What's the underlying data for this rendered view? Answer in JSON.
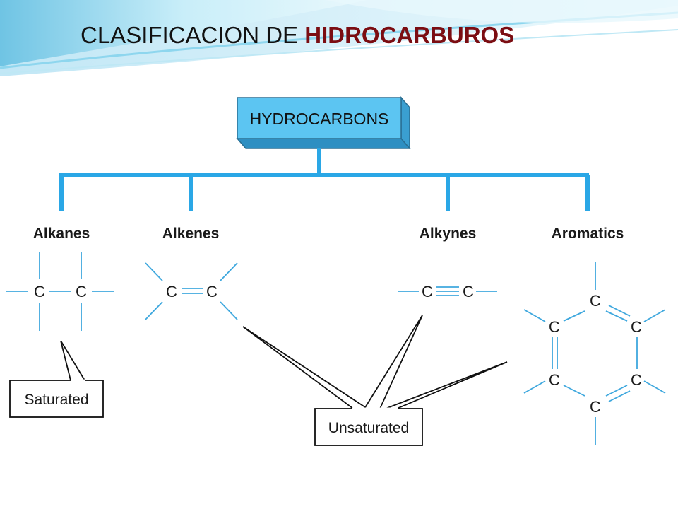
{
  "slide": {
    "title_plain": "CLASIFICACION DE ",
    "title_accent": "HIDROCARBUROS",
    "accent_color": "#7b0d12",
    "header_wave_color": "#7ecbe6"
  },
  "diagram": {
    "root_label": "HYDROCARBONS",
    "root_fill": "#5cc5f2",
    "connector_color": "#2aa7e6",
    "structure_line_color": "#3fa8de",
    "categories": [
      {
        "id": "alkanes",
        "label": "Alkanes"
      },
      {
        "id": "alkenes",
        "label": "Alkenes"
      },
      {
        "id": "alkynes",
        "label": "Alkynes"
      },
      {
        "id": "aromatics",
        "label": "Aromatics"
      }
    ],
    "atom_symbol": "C",
    "callouts": {
      "saturated": "Saturated",
      "unsaturated": "Unsaturated"
    }
  }
}
